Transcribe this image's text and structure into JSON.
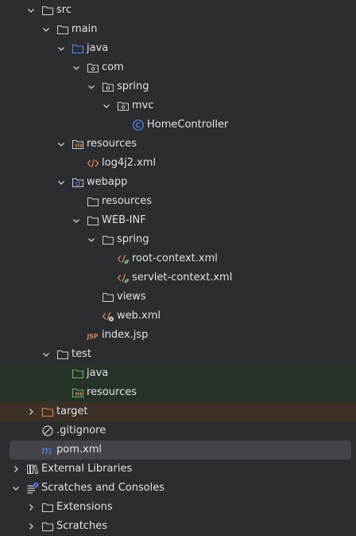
{
  "tree": {
    "nodes": [
      {
        "label": "src",
        "icon": "folder-source-root-icon",
        "expanded": true
      },
      {
        "label": "main",
        "icon": "folder-icon",
        "expanded": true
      },
      {
        "label": "java",
        "icon": "source-folder-icon",
        "expanded": true
      },
      {
        "label": "com",
        "icon": "package-icon",
        "expanded": true
      },
      {
        "label": "spring",
        "icon": "package-icon",
        "expanded": true
      },
      {
        "label": "mvc",
        "icon": "package-icon",
        "expanded": true
      },
      {
        "label": "HomeController",
        "icon": "class-icon"
      },
      {
        "label": "resources",
        "icon": "resources-folder-icon",
        "expanded": true
      },
      {
        "label": "log4j2.xml",
        "icon": "xml-file-icon"
      },
      {
        "label": "webapp",
        "icon": "web-folder-icon",
        "expanded": true
      },
      {
        "label": "resources",
        "icon": "folder-icon"
      },
      {
        "label": "WEB-INF",
        "icon": "folder-icon",
        "expanded": true
      },
      {
        "label": "spring",
        "icon": "folder-icon",
        "expanded": true
      },
      {
        "label": "root-context.xml",
        "icon": "spring-xml-icon"
      },
      {
        "label": "servlet-context.xml",
        "icon": "spring-xml-icon"
      },
      {
        "label": "views",
        "icon": "folder-icon"
      },
      {
        "label": "web.xml",
        "icon": "web-xml-icon"
      },
      {
        "label": "index.jsp",
        "icon": "jsp-file-icon"
      },
      {
        "label": "test",
        "icon": "folder-icon",
        "expanded": true
      },
      {
        "label": "java",
        "icon": "test-source-folder-icon"
      },
      {
        "label": "resources",
        "icon": "test-resources-folder-icon"
      },
      {
        "label": "target",
        "icon": "excluded-folder-icon",
        "expanded": false
      },
      {
        "label": ".gitignore",
        "icon": "ignore-file-icon"
      },
      {
        "label": "pom.xml",
        "icon": "maven-file-icon"
      },
      {
        "label": "External Libraries",
        "icon": "libraries-icon",
        "expanded": false
      },
      {
        "label": "Scratches and Consoles",
        "icon": "scratches-icon",
        "expanded": true
      },
      {
        "label": "Extensions",
        "icon": "folder-icon",
        "expanded": false
      },
      {
        "label": "Scratches",
        "icon": "folder-icon",
        "expanded": false
      }
    ]
  },
  "colors": {
    "background": "#2b2d30",
    "text": "#dfe1e5",
    "icon_gray": "#ced0d6",
    "source_blue": "#548af7",
    "test_green": "#5fb865",
    "test_row_bg": "#273328",
    "excluded_orange": "#e08855",
    "excluded_row_bg": "#3d3024",
    "selected_row_bg": "#43454a",
    "xml_orange": "#e08855",
    "spring_green": "#6aab73"
  }
}
